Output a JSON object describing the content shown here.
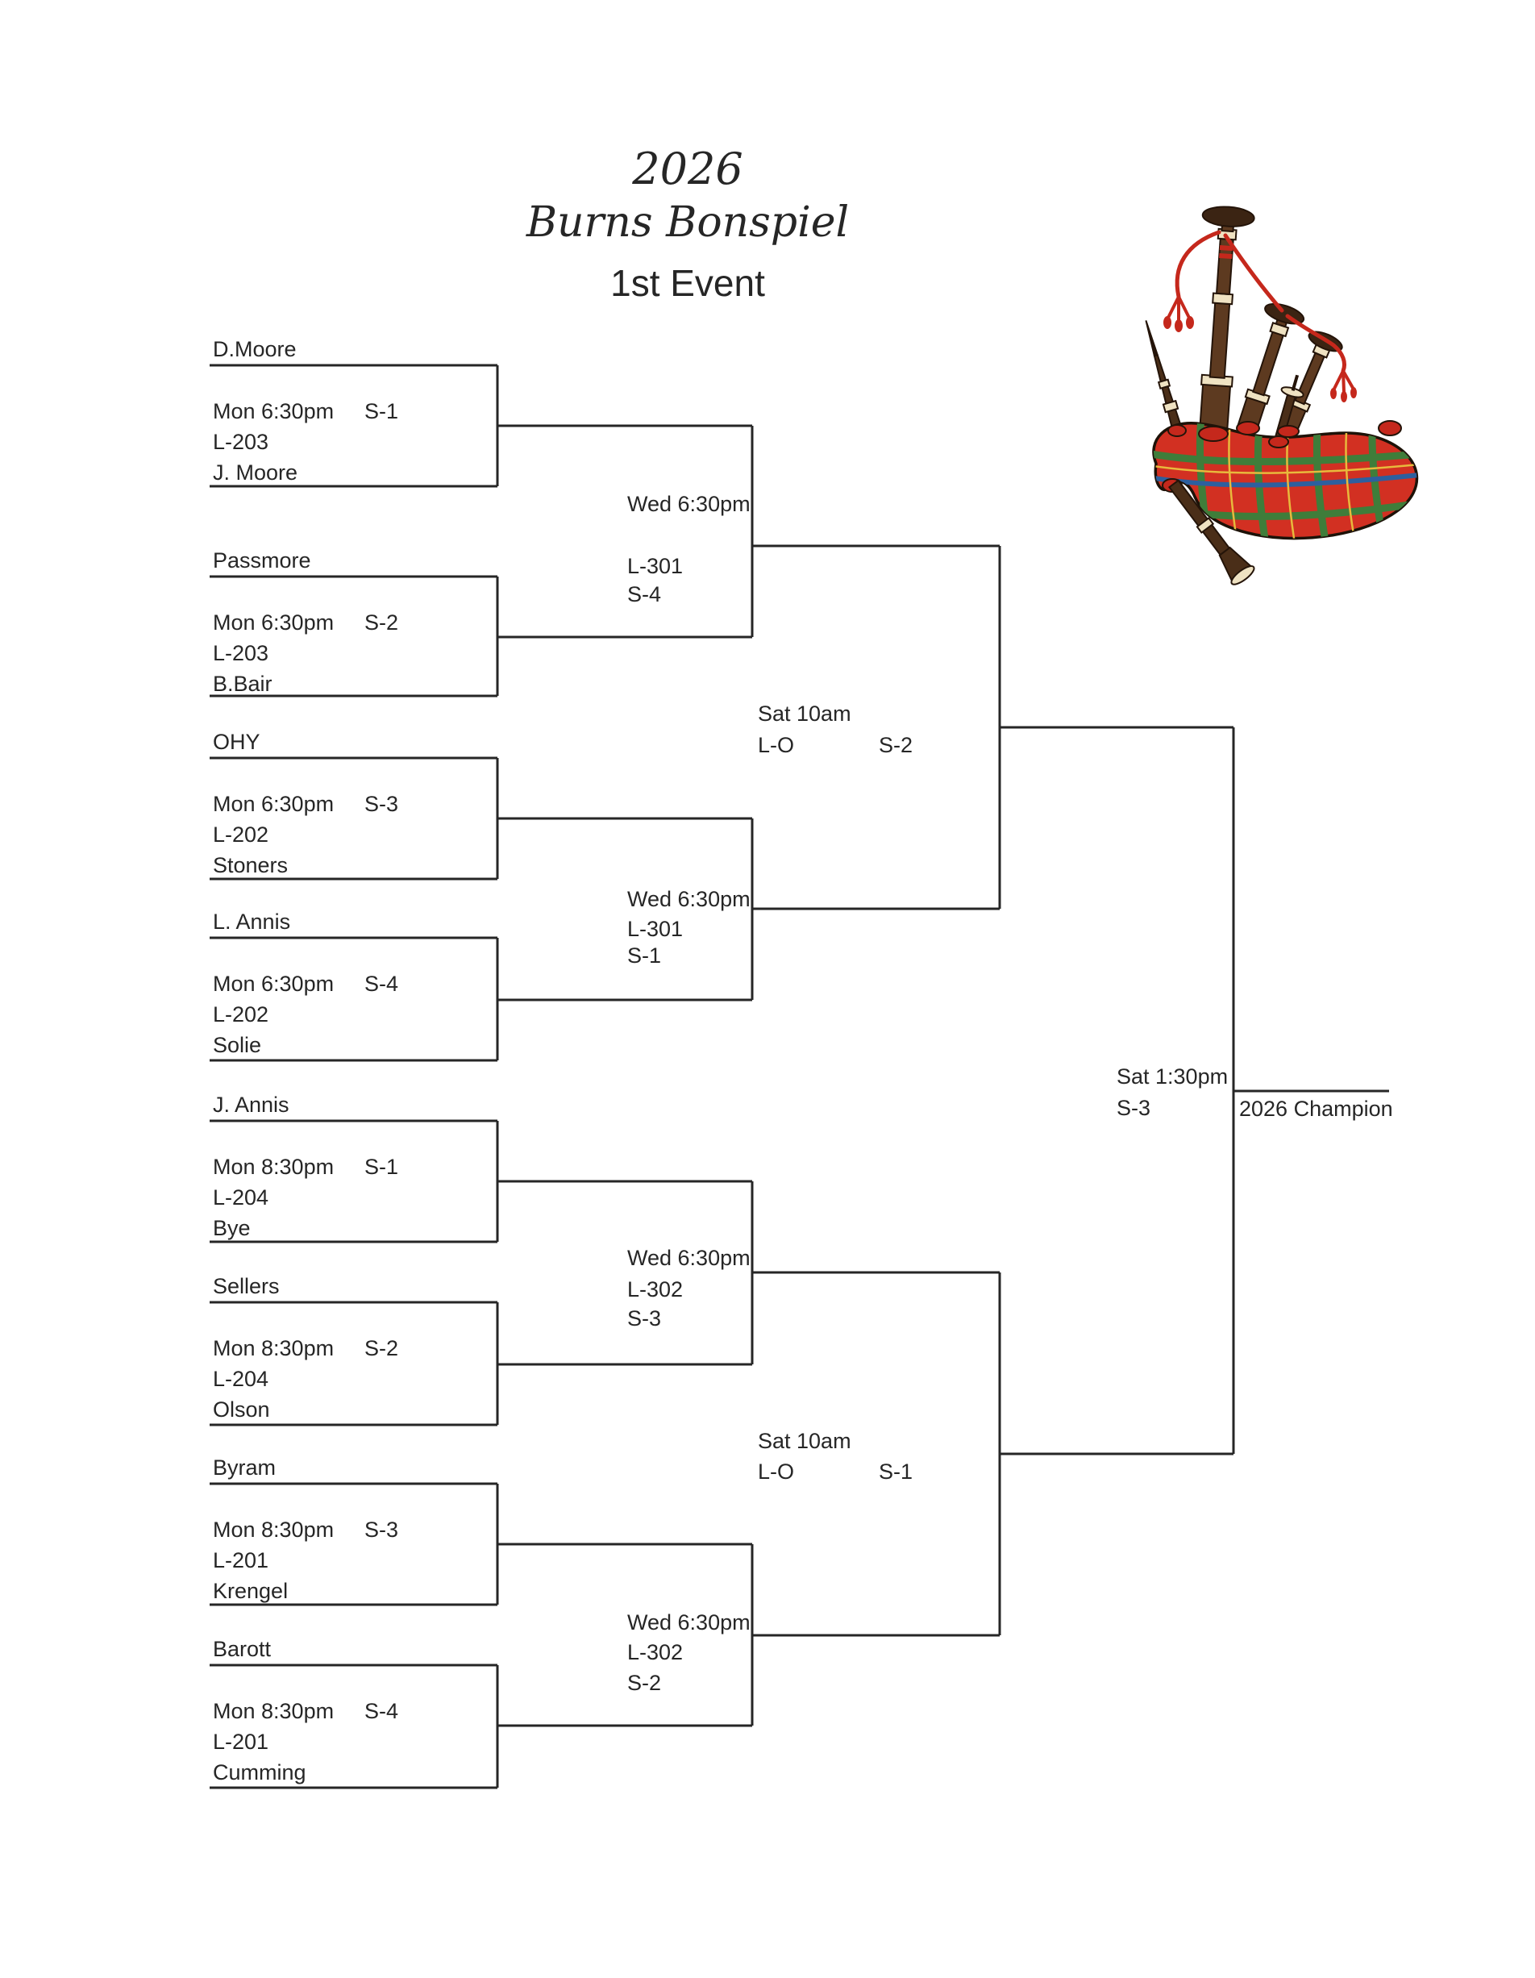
{
  "title": {
    "year": "2026",
    "name": "Burns Bonspiel",
    "event": "1st Event"
  },
  "champion_label": "2026 Champion",
  "illustration": "bagpipes-clipart",
  "colors": {
    "text": "#262626",
    "bracket_line": "#262626",
    "bag_red": "#d23022",
    "tartan_green": "#3f7d3a",
    "tartan_blue": "#2d5f9e",
    "tartan_yellow": "#e8b93c",
    "drone_brown": "#5d3a20",
    "bell_brown": "#3b2413",
    "cream": "#efe2c2",
    "cord_red": "#c5281c"
  },
  "bracket": {
    "round1": [
      {
        "top": "D.Moore",
        "time": "Mon 6:30pm",
        "sheet": "S-1",
        "location": "L-203",
        "bottom": "J. Moore"
      },
      {
        "top": "Passmore",
        "time": "Mon 6:30pm",
        "sheet": "S-2",
        "location": "L-203",
        "bottom": "B.Bair"
      },
      {
        "top": "OHY",
        "time": "Mon 6:30pm",
        "sheet": "S-3",
        "location": "L-202",
        "bottom": "Stoners"
      },
      {
        "top": "L. Annis",
        "time": "Mon 6:30pm",
        "sheet": "S-4",
        "location": "L-202",
        "bottom": "Solie"
      },
      {
        "top": "J. Annis",
        "time": "Mon 8:30pm",
        "sheet": "S-1",
        "location": "L-204",
        "bottom": "Bye"
      },
      {
        "top": "Sellers",
        "time": "Mon 8:30pm",
        "sheet": "S-2",
        "location": "L-204",
        "bottom": "Olson"
      },
      {
        "top": "Byram",
        "time": "Mon 8:30pm",
        "sheet": "S-3",
        "location": "L-201",
        "bottom": "Krengel"
      },
      {
        "top": "Barott",
        "time": "Mon 8:30pm",
        "sheet": "S-4",
        "location": "L-201",
        "bottom": "Cumming"
      }
    ],
    "round2": [
      {
        "time": "Wed 6:30pm",
        "location": "L-301",
        "sheet": "S-4"
      },
      {
        "time": "Wed 6:30pm",
        "location": "L-301",
        "sheet": "S-1"
      },
      {
        "time": "Wed 6:30pm",
        "location": "L-302",
        "sheet": "S-3"
      },
      {
        "time": "Wed 6:30pm",
        "location": "L-302",
        "sheet": "S-2"
      }
    ],
    "semifinals": [
      {
        "time": "Sat 10am",
        "location": "L-O",
        "sheet": "S-2"
      },
      {
        "time": "Sat 10am",
        "location": "L-O",
        "sheet": "S-1"
      }
    ],
    "final": {
      "time": "Sat 1:30pm",
      "sheet": "S-3"
    }
  }
}
